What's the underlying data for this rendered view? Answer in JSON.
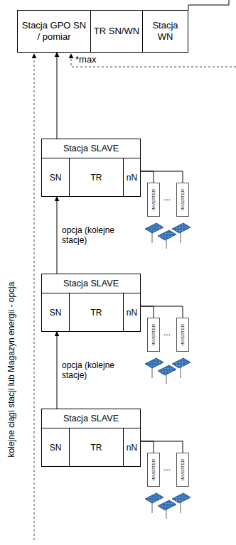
{
  "diagram": {
    "nodes": [
      {
        "text": [
          "Stacja GPO SN / pomiar"
        ]
      },
      {
        "text": [
          "TR SN/WN"
        ]
      },
      {
        "text": [
          "Stacja WN"
        ]
      },
      {
        "text": [
          "Stacja SLAVE"
        ]
      },
      {
        "text": [
          "SN"
        ],
        "in": 3
      },
      {
        "text": [
          "TR"
        ],
        "in": 3
      },
      {
        "text": [
          "nN"
        ],
        "in": 3
      },
      {
        "text": [
          "INVERTER"
        ]
      },
      {
        "text": [
          "INVERTER"
        ]
      },
      {
        "text": [
          "Stacja SLAVE"
        ]
      },
      {
        "text": [
          "SN"
        ],
        "in": 9
      },
      {
        "text": [
          "TR"
        ],
        "in": 9
      },
      {
        "text": [
          "nN"
        ],
        "in": 9
      },
      {
        "text": [
          "INVERTER"
        ]
      },
      {
        "text": [
          "INVERTER"
        ]
      },
      {
        "text": [
          "Stacja SLAVE"
        ]
      },
      {
        "text": [
          "SN"
        ],
        "in": 15
      },
      {
        "text": [
          "TR"
        ],
        "in": 15
      },
      {
        "text": [
          "nN"
        ],
        "in": 15
      },
      {
        "text": [
          "INVERTER"
        ]
      },
      {
        "text": [
          "INVERTER"
        ]
      }
    ],
    "edges": [
      {
        "from": 3,
        "to": 0,
        "arrow": "to"
      },
      {
        "from": 9,
        "to": 3,
        "label": "opcja (kolejne stacje)",
        "arrow": "to"
      },
      {
        "from": 15,
        "to": 9,
        "label": "opcja (kolejne stacje)",
        "arrow": "to"
      },
      {
        "from": 6,
        "to": 7,
        "arrow": "none"
      },
      {
        "from": 6,
        "to": 8,
        "arrow": "none"
      },
      {
        "from": 12,
        "to": 13,
        "arrow": "none"
      },
      {
        "from": 12,
        "to": 14,
        "arrow": "none"
      },
      {
        "from": 18,
        "to": 19,
        "arrow": "none"
      },
      {
        "from": 18,
        "to": 20,
        "arrow": "none"
      }
    ],
    "labels": [
      "*max",
      "kolejne ciągi stacji lub Magazyn energii - opcja",
      "...",
      "...",
      "..."
    ]
  }
}
